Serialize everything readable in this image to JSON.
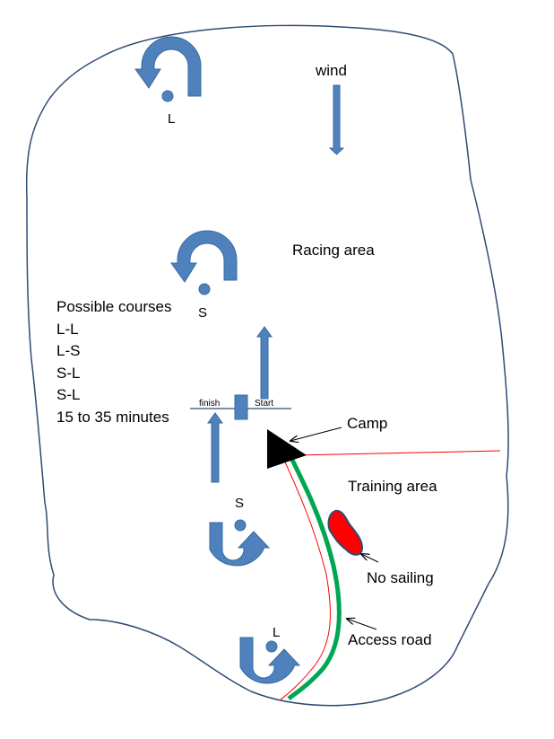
{
  "labels": {
    "wind": "wind",
    "mark_L_top": "L",
    "mark_S_top": "S",
    "racing_area": "Racing area",
    "finish": "finish",
    "start": "Start",
    "camp": "Camp",
    "training_area": "Training area",
    "mark_S_bottom": "S",
    "no_sailing": "No sailing",
    "mark_L_bottom": "L",
    "access_road": "Access road"
  },
  "courses": {
    "heading": "Possible courses",
    "items": [
      "L-L",
      "L-S",
      "S-L",
      "S-L"
    ],
    "duration": "15 to 35 minutes"
  },
  "colors": {
    "shore_outline": "#2f4b73",
    "arrow_fill": "#4f81bd",
    "arrow_stroke": "#3a6a9e",
    "road_green": "#00a650",
    "road_red": "#ff0000",
    "no_sailing_fill": "#ff0000",
    "camp": "#000000"
  }
}
